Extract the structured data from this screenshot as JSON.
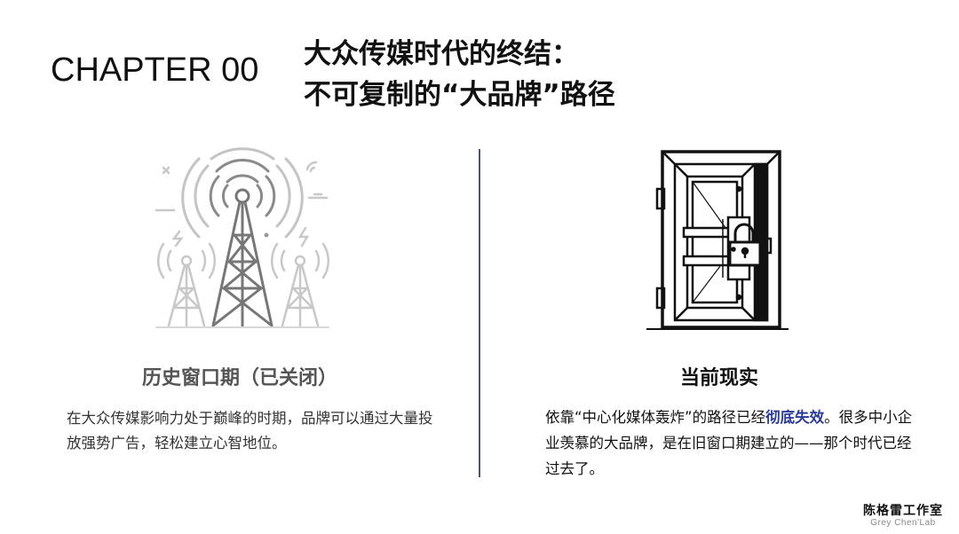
{
  "header": {
    "chapter": "CHAPTER 00",
    "title_line1": "大众传媒时代的终结：",
    "title_line2": "不可复制的“大品牌”路径"
  },
  "left_panel": {
    "icon": "radio-tower-icon",
    "heading": "历史窗口期（已关闭）",
    "body": "在大众传媒影响力处于巅峰的时期，品牌可以通过大量投放强势广告，轻松建立心智地位。"
  },
  "right_panel": {
    "icon": "locked-door-icon",
    "heading": "当前现实",
    "body_before": "依靠“中心化媒体轰炸”的路径已经",
    "body_highlight": "彻底失效",
    "body_after": "。很多中小企业羡慕的大品牌，是在旧窗口期建立的——那个时代已经过去了。"
  },
  "colors": {
    "divider": "#4a5478",
    "highlight": "#2a3a9c"
  },
  "logo": {
    "cn": "陈格雷工作室",
    "en": "Grey Chen'Lab"
  }
}
